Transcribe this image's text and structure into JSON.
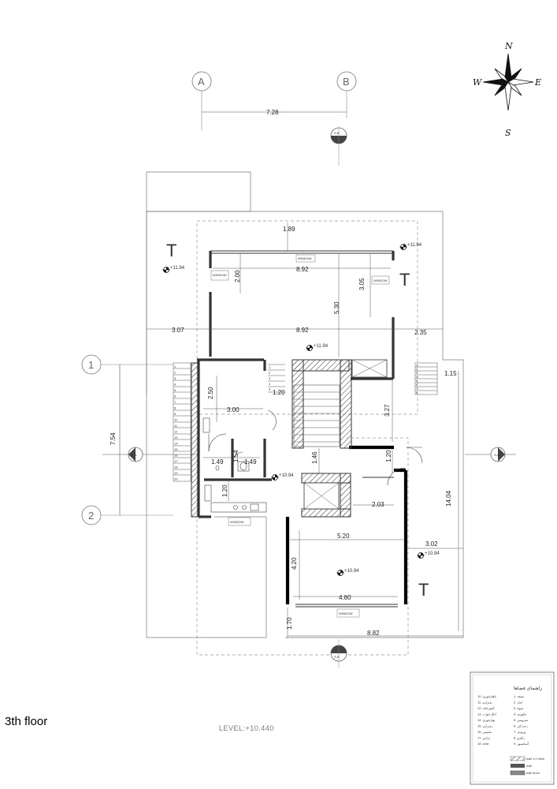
{
  "floor_title": "3th floor",
  "level_label": "LEVEL:+10.440",
  "compass": {
    "n": "N",
    "s": "S",
    "e": "E",
    "w": "W"
  },
  "grid_axes": {
    "a": "A",
    "b": "B",
    "one": "1",
    "two": "2"
  },
  "section_marks": {
    "s1": "S-A",
    "s2": "S-A",
    "s3": "S-B",
    "s4": "S-B"
  },
  "terrace_mark": "T",
  "elevations": {
    "e1": "+11.94",
    "e2": "+11.94",
    "e3": "+11.94",
    "e4": "+10.94",
    "e5": "+10.94",
    "e6": "+10.94"
  },
  "dims": {
    "top_width": "7.28",
    "d189": "1.89",
    "d892a": "8.92",
    "d892b": "8.92",
    "d200": "2.00",
    "d305": "3.05",
    "d530": "5.30",
    "d307": "3.07",
    "d235": "2.35",
    "d115": "1.15",
    "d250": "2.50",
    "d120a": "1.20",
    "d300": "3.00",
    "d327": "3.27",
    "d754": "7.54",
    "d149a": "1.49",
    "d154": "1.54",
    "d149b": "1.49",
    "d146": "1.46",
    "d120b": "1.20",
    "d1404": "14.04",
    "d120c": "1.20",
    "d203": "2.03",
    "d520": "5.20",
    "d302": "3.02",
    "d420": "4.20",
    "d480": "4.80",
    "d170": "1.70",
    "d882": "8.82"
  },
  "stair_left": [
    "1",
    "2",
    "3",
    "4",
    "5",
    "6",
    "7",
    "8",
    "9",
    "10",
    "11",
    "12",
    "13",
    "14",
    "15",
    "16",
    "17",
    "18",
    "19",
    "20"
  ],
  "stair_upper": [
    "1",
    "2",
    "3",
    "4",
    "5"
  ],
  "stair_right": [
    "1",
    "2",
    "3",
    "4",
    "5",
    "6",
    "7",
    "8"
  ],
  "window_tags": {
    "w1": "WINDOW",
    "w2": "WINDOW",
    "w3": "WINDOW",
    "w4": "WINDOW",
    "w5": "WINDOW"
  },
  "legend": {
    "title": "راهنمای فضاها",
    "right_col": [
      "1. ستعد",
      "2. انبار",
      "3. سونا",
      "4. جکوزی",
      "5. سرویس",
      "6. رخت‌کن",
      "7. ورودی",
      "8. راهرو",
      "9. آسانسور"
    ],
    "left_col": [
      "10. ناهارخوری",
      "11. پذیرایی",
      "12. آشپزخانه",
      "13. اتاق خواب",
      "14. نهارخوری",
      "15. پذیرایی",
      "16. نشیمن",
      "17. تراس",
      "18. void"
    ],
    "materials": [
      "wall 1:1 brick",
      "wall",
      "wall 4mm"
    ]
  }
}
